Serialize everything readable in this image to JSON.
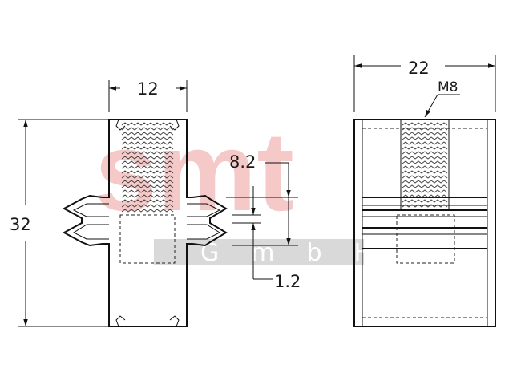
{
  "watermark": {
    "logo_text": "smt",
    "sub_text": "GmbH",
    "color": "#f6c9c9"
  },
  "dimensions": {
    "width_front": "12",
    "height": "32",
    "width_side": "22",
    "thread": "M8",
    "slot_depth": "8.2",
    "slot_width": "1.2"
  }
}
